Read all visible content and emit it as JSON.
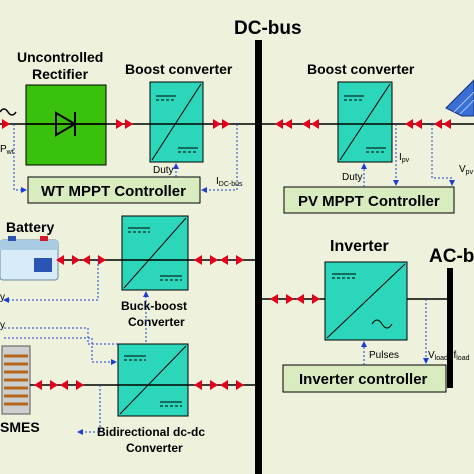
{
  "dc_bus_label": "DC-bus",
  "ac_bus_label": "AC-bu",
  "wind": {
    "rectifier_title_line1": "Uncontrolled",
    "rectifier_title_line2": "Rectifier",
    "boost_title": "Boost converter",
    "duty_label": "Duty",
    "current_sub_main": "I",
    "current_sub": "DC-bus",
    "pwt_label": "P",
    "pwt_sub": "wt",
    "controller_label": "WT MPPT Controller"
  },
  "pv": {
    "boost_title": "Boost converter",
    "duty_label": "Duty",
    "ipv_main": "I",
    "ipv_sub": "pv",
    "vpv_main": "V",
    "vpv_sub": "pv",
    "controller_label": "PV MPPT Controller"
  },
  "battery": {
    "title": "Battery",
    "converter_line1": "Buck-boost",
    "converter_line2": "Converter",
    "cut_label_1": "y",
    "cut_label_2": "y"
  },
  "inverter": {
    "title": "Inverter",
    "pulses_label": "Pulses",
    "vload_main": "V",
    "vload_sub": "load",
    "vload_sep": ", f",
    "fload_sub": "load",
    "controller_label": "Inverter controller"
  },
  "smes": {
    "title": "SMES",
    "converter_line1": "Bidirectional dc-dc",
    "converter_line2": "Converter"
  },
  "colors": {
    "background": "#eef1dc",
    "converter_box": "#2bd6ba",
    "rectifier_box": "#39c10c",
    "controller_box": "#d8ecc0",
    "arrow_red": "#e4001b",
    "signal_blue": "#1b3fd4",
    "bus_black": "#000000"
  }
}
